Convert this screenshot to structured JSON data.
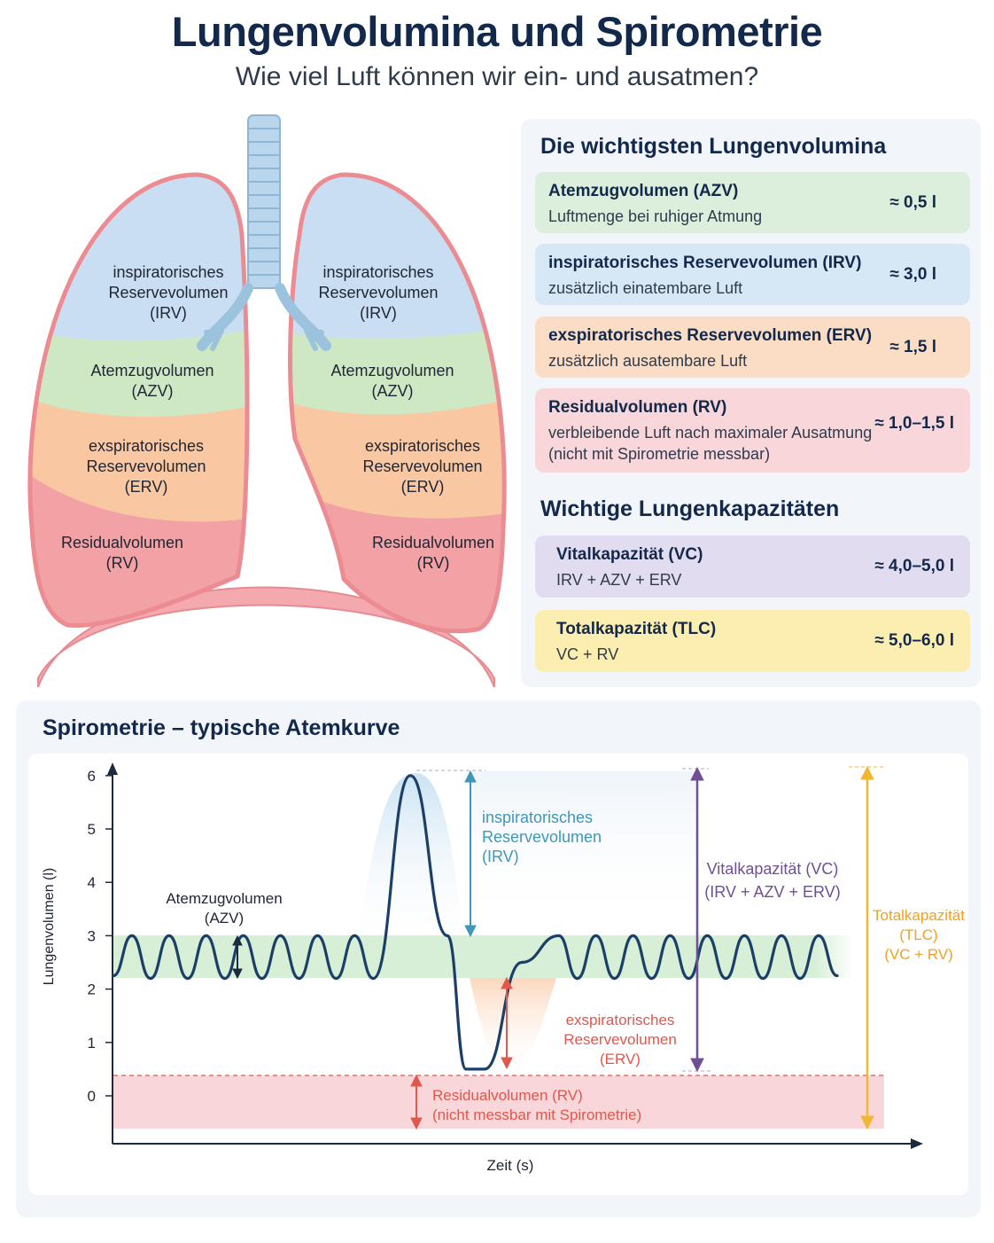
{
  "header": {
    "title": "Lungenvolumina und Spirometrie",
    "subtitle": "Wie viel Luft können wir ein- und ausatmen?"
  },
  "lung_labels": {
    "left_irv": "inspiratorisches\nReservevolumen\n(IRV)",
    "left_azv": "Atemzugvolumen\n(AZV)",
    "left_erv": "exspiratorisches\nReservevolumen\n(ERV)",
    "left_rv": "Residualvolumen\n(RV)",
    "right_irv": "inspiratorisches\nReservevolumen\n(IRV)",
    "right_azv": "Atemzugvolumen\n(AZV)",
    "right_erv": "exspiratorisches\nReservevolumen\n(ERV)",
    "right_rv": "Residualvolumen\n(RV)"
  },
  "volumes_heading": "Die wichtigsten Lungenvolumina",
  "volumes": [
    {
      "name": "Atemzugvolumen (AZV)",
      "desc": "Luftmenge bei ruhiger Atmung",
      "value": "≈ 0,5 l",
      "color": "#dcefdc"
    },
    {
      "name": "inspiratorisches Reservevolumen (IRV)",
      "desc": "zusätzlich einatembare Luft",
      "value": "≈ 3,0 l",
      "color": "#d6e8f6"
    },
    {
      "name": "exspiratorisches Reservevolumen (ERV)",
      "desc": "zusätzlich ausatembare Luft",
      "value": "≈ 1,5 l",
      "color": "#fbdcc4"
    },
    {
      "name": "Residualvolumen (RV)",
      "desc": "verbleibende Luft nach maximaler Ausatmung (nicht mit Spirometrie messbar)",
      "value": "≈ 1,0–1,5 l",
      "color": "#f8d6d9"
    }
  ],
  "capacities_heading": "Wichtige Lungenkapazitäten",
  "capacities": [
    {
      "name": "Vitalkapazität (VC)",
      "desc": "IRV + AZV + ERV",
      "value": "≈ 4,0–5,0 l",
      "color": "#e2dcf0"
    },
    {
      "name": "Totalkapazität (TLC)",
      "desc": "VC + RV",
      "value": "≈ 5,0–6,0 l",
      "color": "#fbeeb0"
    }
  ],
  "spirometry": {
    "title": "Spirometrie – typische Atemkurve",
    "ylabel": "Lungenvolumen (l)",
    "xlabel": "Zeit (s)",
    "yticks": [
      "0",
      "1",
      "2",
      "3",
      "4",
      "5",
      "6"
    ],
    "annotations": {
      "azv": "Atemzugvolumen\n(AZV)",
      "irv": "inspiratorisches\nReservevolumen\n(IRV)",
      "erv": "exspiratorisches\nReservevolumen\n(ERV)",
      "rv": "Residualvolumen (RV)\n(nicht messbar mit Spirometrie)",
      "vc": "Vitalkapazität (VC)\n(IRV + AZV + ERV)",
      "tlc": "Totalkapazität\n(TLC)\n(VC + RV)"
    },
    "colors": {
      "curve": "#1b3f66",
      "azv_band": "#d7efd7",
      "irv": "#3f97b8",
      "erv": "#e0574b",
      "rv_band": "#f9d6da",
      "vc": "#6f4f96",
      "tlc": "#f2b731"
    }
  },
  "chart_data": {
    "type": "line",
    "title": "Spirometrie – typische Atemkurve",
    "xlabel": "Zeit (s)",
    "ylabel": "Lungenvolumen (l)",
    "ylim": [
      -0.6,
      6.1
    ],
    "ytick_labels": [
      "0",
      "1",
      "2",
      "3",
      "4",
      "5",
      "6"
    ],
    "series": [
      {
        "x": [
          0,
          0.5,
          1,
          1.5,
          2,
          2.5,
          3,
          3.5,
          4,
          4.5,
          5,
          5.5,
          6,
          6.5,
          7,
          8,
          9,
          9.5,
          10,
          11,
          12,
          12.5,
          13,
          13.5,
          14,
          14.5,
          15,
          15.5,
          16,
          16.5,
          17,
          17.5,
          18,
          18.5,
          19,
          19.5
        ],
        "y": [
          2.25,
          3.0,
          2.2,
          3.0,
          2.2,
          3.0,
          2.2,
          3.0,
          2.2,
          3.0,
          2.2,
          3.0,
          2.2,
          3.0,
          2.2,
          6.0,
          3.0,
          0.5,
          0.5,
          2.5,
          3.0,
          2.2,
          3.0,
          2.2,
          3.0,
          2.2,
          3.0,
          2.2,
          3.0,
          2.2,
          3.0,
          2.2,
          3.0,
          2.2,
          3.0,
          2.25
        ]
      }
    ],
    "bands": {
      "azv": [
        2.2,
        3.0
      ],
      "rv": [
        -0.6,
        0.4
      ]
    }
  }
}
